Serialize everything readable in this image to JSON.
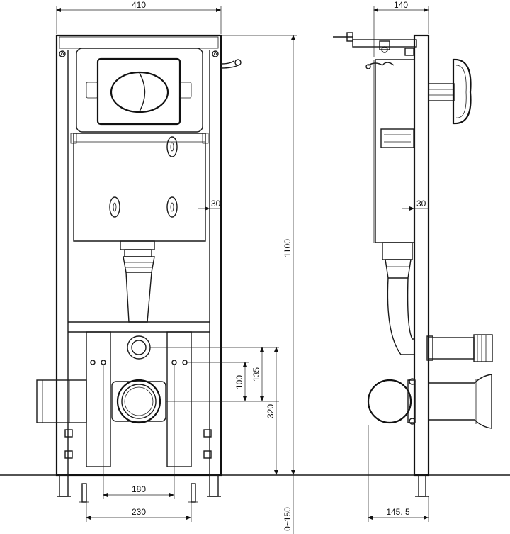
{
  "dimensions": {
    "frame_width": "410",
    "side_depth": "140",
    "total_height": "1100",
    "front_offset_30": "30",
    "side_offset_30": "30",
    "pipe_height_100": "100",
    "pipe_height_135": "135",
    "outlet_height_320": "320",
    "rod_spacing_180": "180",
    "foot_spacing_230": "230",
    "side_bottom_depth": "145. 5",
    "adjustment_range": "0~150"
  }
}
